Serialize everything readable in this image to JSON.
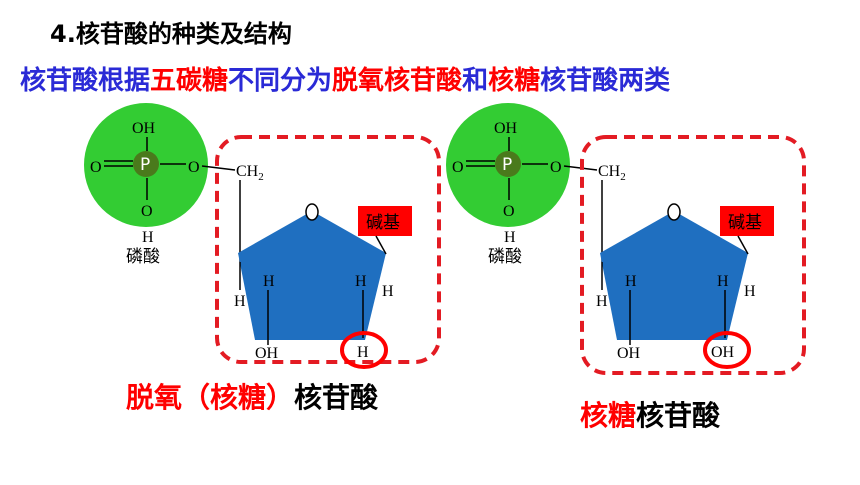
{
  "title": "4.核苷酸的种类及结构",
  "subtitle": {
    "p1": "核苷酸根据",
    "p2": "五碳糖",
    "p3": "不同分为",
    "p4": "脱氧核苷酸",
    "p5": "和",
    "p6": "核糖",
    "p7": "核苷酸两类"
  },
  "left": {
    "caption_red": "脱氧（核糖）",
    "caption_black": "核苷酸",
    "c2_bottom_group": "H"
  },
  "right": {
    "caption_red": "核糖",
    "caption_black": "核苷酸",
    "c2_bottom_group": "OH"
  },
  "labels": {
    "phosphate": "磷酸",
    "base": "碱基",
    "P": "P",
    "O": "O",
    "OH": "OH",
    "H": "H",
    "CH2": "CH",
    "CH2_sub": "2"
  },
  "colors": {
    "phosphate_fill": "#33cc33",
    "sugar_fill": "#1f6fc0",
    "highlight": "#ff0000",
    "blue_text": "#2a2ad6"
  }
}
